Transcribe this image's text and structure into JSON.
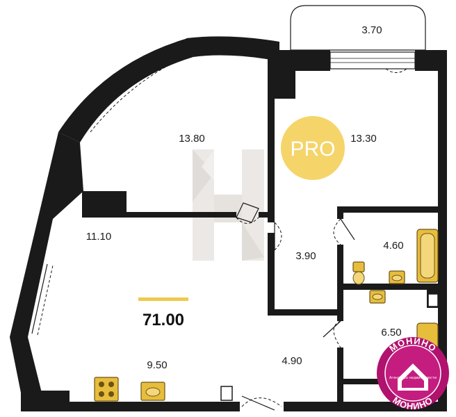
{
  "rooms": {
    "balcony": "3.70",
    "bedroom": "13.80",
    "living": "13.30",
    "hall_left": "11.10",
    "corridor": "3.90",
    "bathroom": "4.60",
    "toilet": "6.50",
    "kitchen": "9.50",
    "entrance": "4.90"
  },
  "total_area": "71.00",
  "pro_badge": "PRO",
  "agency_badge": {
    "top_text": "МОНИНО",
    "bottom_text": "МОНИНО",
    "caption": "Агентство недвижимости"
  },
  "colors": {
    "wall": "#1a1a1a",
    "accent_yellow": "#f5d46a",
    "fixture": "#e7bd3c",
    "badge_magenta": "#b0126e"
  }
}
